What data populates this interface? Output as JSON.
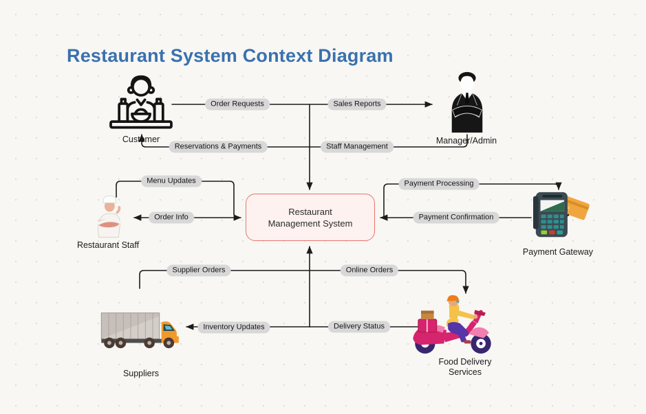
{
  "title": "Restaurant System Context Diagram",
  "system": {
    "label": "Restaurant Management System"
  },
  "entities": {
    "customer": {
      "label": "Customer",
      "icon": "dining-customer-icon"
    },
    "manager": {
      "label": "Manager/Admin",
      "icon": "businessman-icon"
    },
    "staff": {
      "label": "Restaurant Staff",
      "icon": "chef-icon"
    },
    "payment_gateway": {
      "label": "Payment Gateway",
      "icon": "pos-terminal-card-icon"
    },
    "suppliers": {
      "label": "Suppliers",
      "icon": "delivery-truck-icon"
    },
    "food_delivery": {
      "label": "Food Delivery Services",
      "icon": "delivery-scooter-icon"
    }
  },
  "flows": {
    "order_requests": {
      "label": "Order Requests"
    },
    "sales_reports": {
      "label": "Sales Reports"
    },
    "reservations_payments": {
      "label": "Reservations & Payments"
    },
    "staff_management": {
      "label": "Staff Management"
    },
    "menu_updates": {
      "label": "Menu Updates"
    },
    "order_info": {
      "label": "Order Info"
    },
    "payment_processing": {
      "label": "Payment Processing"
    },
    "payment_confirmation": {
      "label": "Payment Confirmation"
    },
    "supplier_orders": {
      "label": "Supplier Orders"
    },
    "online_orders": {
      "label": "Online Orders"
    },
    "inventory_updates": {
      "label": "Inventory Updates"
    },
    "delivery_status": {
      "label": "Delivery Status"
    }
  },
  "colors": {
    "title": "#3a71ad",
    "system_box_fill": "#fdf2ef",
    "system_box_border": "#e8766c",
    "flow_label_bg": "#d8d8d8",
    "connector_line": "#1c1c1c",
    "background": "#f8f7f4"
  }
}
